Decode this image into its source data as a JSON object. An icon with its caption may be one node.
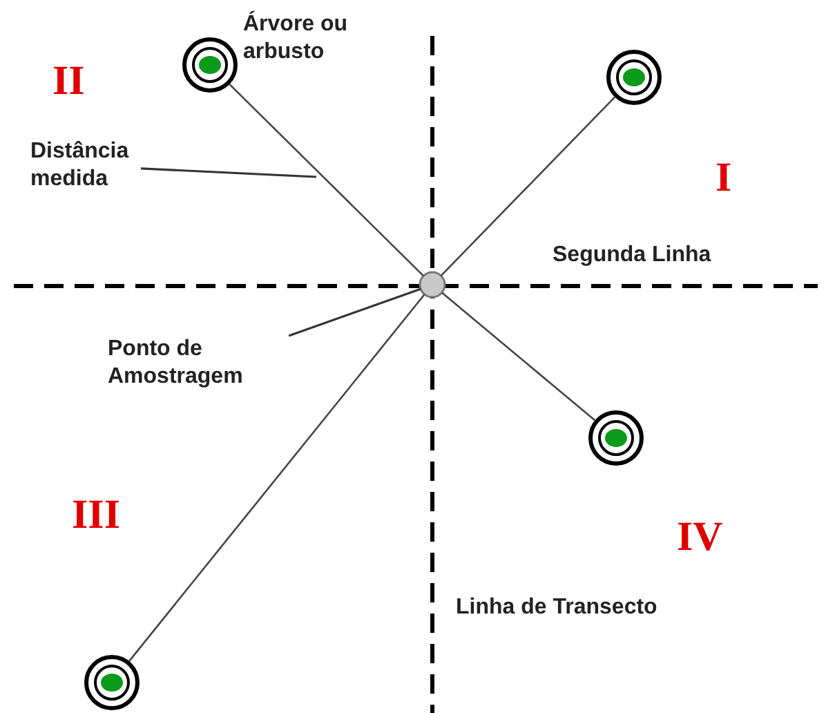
{
  "diagram": {
    "nodes": [
      {
        "text": [
          "Distância medida"
        ]
      },
      {
        "text": [
          "Ponto de Amostragem"
        ]
      },
      {
        "text": [],
        "shape": "circle"
      },
      {
        "text": [],
        "shape": "circle",
        "beside": [
          "Árvore ou arbusto"
        ]
      },
      {
        "text": [],
        "shape": "circle"
      },
      {
        "text": [],
        "shape": "circle"
      },
      {
        "text": [],
        "shape": "circle"
      }
    ],
    "edges": [
      {
        "from": 2,
        "to": 3,
        "arrow": "none"
      },
      {
        "from": 2,
        "to": 4,
        "arrow": "none"
      },
      {
        "from": 2,
        "to": 5,
        "arrow": "none"
      },
      {
        "from": 2,
        "to": 6,
        "arrow": "none"
      },
      {
        "from": 0,
        "to": null,
        "arrow": "none"
      },
      {
        "from": 1,
        "to": 2,
        "arrow": "none"
      }
    ],
    "labels": [
      "II",
      "I",
      "Segunda Linha",
      "III",
      "IV",
      "Linha de Transecto"
    ]
  }
}
